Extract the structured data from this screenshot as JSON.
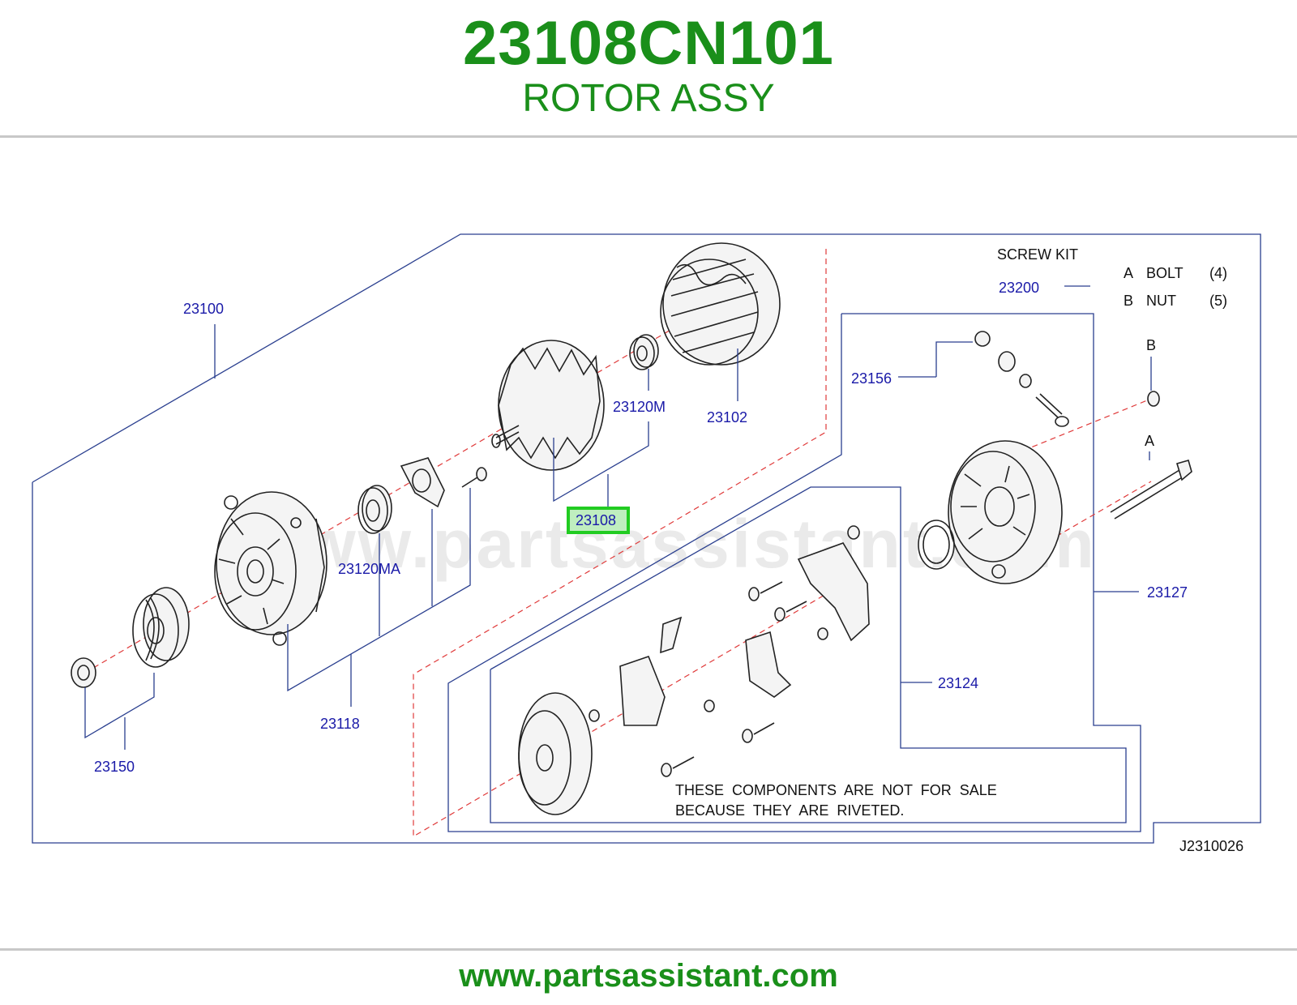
{
  "header": {
    "part_number": "23108CN101",
    "part_name": "ROTOR ASSY"
  },
  "watermark": "www.partsassistant.com",
  "callouts": {
    "c23100": "23100",
    "c23102": "23102",
    "c23120m": "23120M",
    "c23108": "23108",
    "c23120ma": "23120MA",
    "c23118": "23118",
    "c23150": "23150",
    "c23156": "23156",
    "c23127": "23127",
    "c23124": "23124",
    "c23200": "23200"
  },
  "screw_kit": {
    "title": "SCREW  KIT",
    "a_letter": "A",
    "a_name": "BOLT",
    "a_qty": "(4)",
    "b_letter": "B",
    "b_name": "NUT",
    "b_qty": "(5)"
  },
  "markers": {
    "a": "A",
    "b": "B"
  },
  "note": {
    "line1": "THESE  COMPONENTS  ARE  NOT  FOR  SALE",
    "line2": "BECAUSE  THEY  ARE  RIVETED."
  },
  "diagram_code": "J2310026",
  "footer": {
    "url": "www.partsassistant.com"
  },
  "colors": {
    "brand_green": "#1a8f1a",
    "callout_blue": "#1a1aa8",
    "highlight": "#22cc22"
  }
}
